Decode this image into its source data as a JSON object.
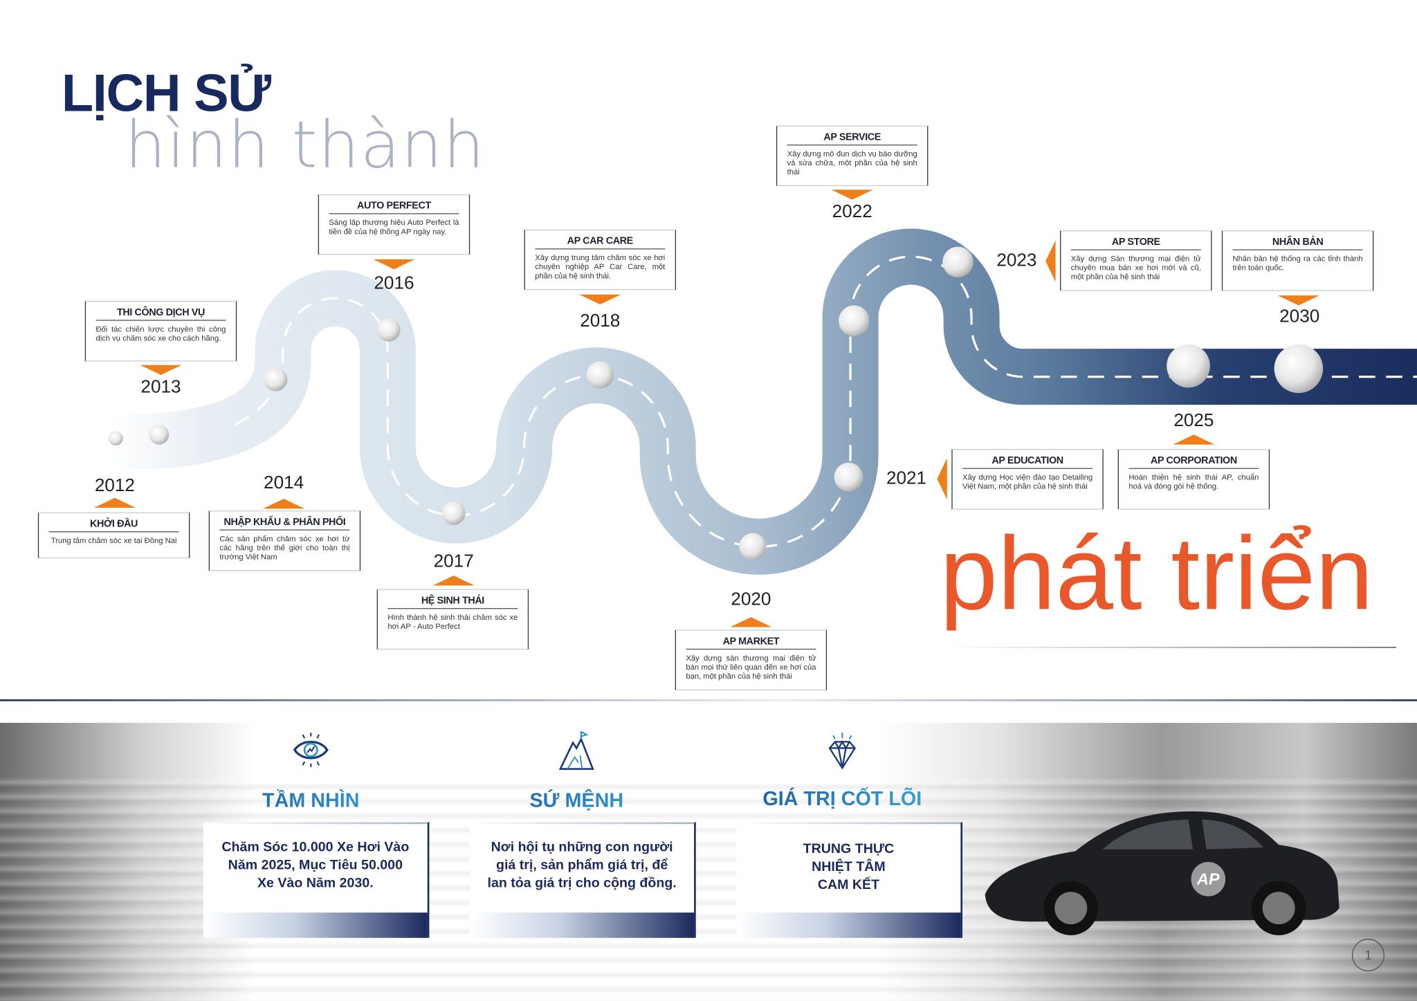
{
  "header": {
    "title_line1": "LỊCH SỬ",
    "title_line2": "hình thành",
    "subtitle": "phát triển"
  },
  "milestones": [
    {
      "year": "2012",
      "title": "KHỞI ĐẦU",
      "desc": "Trung tâm chăm sóc xe tại Đồng Nai"
    },
    {
      "year": "2013",
      "title": "THI CÔNG DỊCH VỤ",
      "desc": "Đối tác chiến lược chuyên thi công dịch vụ chăm sóc xe cho cách hãng."
    },
    {
      "year": "2014",
      "title": "NHẬP KHẨU & PHÂN PHỐI",
      "desc": "Các sản phẩm chăm sóc xe hơi từ các hãng trên thế giới cho toàn thị trường Việt Nam"
    },
    {
      "year": "2016",
      "title": "AUTO PERFECT",
      "desc": "Sáng lập thương hiệu Auto Perfect là tiền đề của hệ thống AP ngày nay."
    },
    {
      "year": "2017",
      "title": "HỆ SINH THÁI",
      "desc": "Hình thành hệ sinh thái chăm sóc xe hơi AP - Auto Perfect"
    },
    {
      "year": "2018",
      "title": "AP CAR CARE",
      "desc": "Xây dựng trung tâm chăm sóc xe hơi chuyên nghiệp AP Car Care, một phần của hệ sinh thái."
    },
    {
      "year": "2020",
      "title": "AP MARKET",
      "desc": "Xây dựng sàn thương mại điện tử bán mọi thứ liên quan đến xe hơi của bạn, một phần của hệ sinh thái"
    },
    {
      "year": "2021",
      "title": "AP EDUCATION",
      "desc": "Xây dựng Học viện đào tạo Detailing Việt Nam, một phần của hệ sinh thái"
    },
    {
      "year": "2022",
      "title": "AP SERVICE",
      "desc": "Xây dựng mô đun dịch vụ bảo dưỡng và sửa chữa, một phần của hệ sinh thái"
    },
    {
      "year": "2023",
      "title": "AP STORE",
      "desc": "Xây dựng Sàn thương mại điện tử chuyên mua bán xe hơi mới và cũ, một phần của hệ sinh thái"
    },
    {
      "year": "2025",
      "title": "AP CORPORATION",
      "desc": "Hoàn thiện hệ sinh thái AP, chuẩn hoá và đóng gói hệ thống."
    },
    {
      "year": "2030",
      "title": "NHÂN BẢN",
      "desc": "Nhân bản hệ thống ra các tỉnh thành trên toàn quốc."
    }
  ],
  "values": [
    {
      "icon": "eye-icon",
      "title": "TẦM NHÌN",
      "text": "Chăm Sóc 10.000 Xe Hơi Vào Năm 2025, Mục Tiêu 50.000 Xe Vào Năm 2030."
    },
    {
      "icon": "mountain-flag-icon",
      "title": "SỨ MỆNH",
      "text": "Nơi hội tụ những con người giá trị, sản phẩm giá trị, để lan tỏa giá trị cho cộng đồng."
    },
    {
      "icon": "diamond-icon",
      "title": "GIÁ TRỊ CỐT LÕI",
      "lines": [
        "TRUNG THỰC",
        "NHIỆT TÂM",
        "CAM KẾT"
      ]
    }
  ],
  "logo": "AP",
  "page_number": "1",
  "colors": {
    "navy": "#17295e",
    "orange": "#e8582a",
    "arrow": "#f07f1a",
    "blue": "#2a8fd0"
  }
}
